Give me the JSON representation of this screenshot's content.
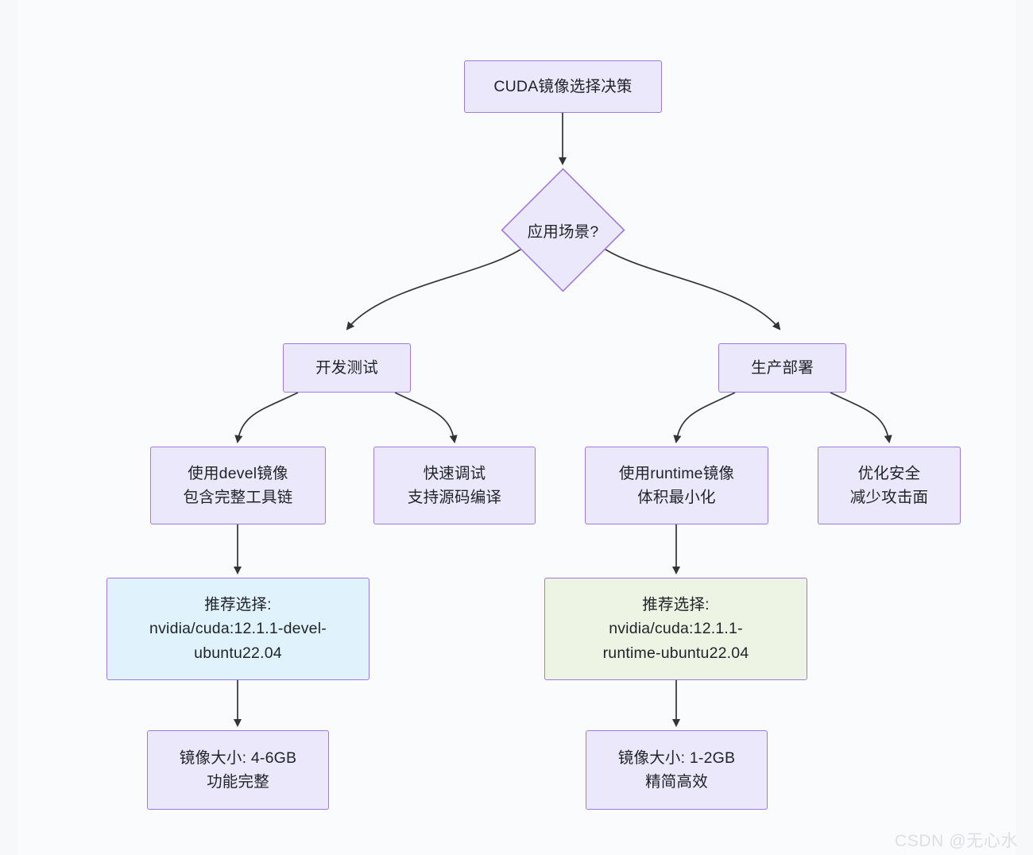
{
  "diagram": {
    "type": "flowchart",
    "title_node": {
      "label": "CUDA镜像选择决策"
    },
    "decision": {
      "label": "应用场景?"
    },
    "branches": [
      {
        "label": "开发测试"
      },
      {
        "label": "生产部署"
      }
    ],
    "dev_actions": [
      {
        "label": "使用devel镜像\n包含完整工具链"
      },
      {
        "label": "快速调试\n支持源码编译"
      }
    ],
    "prod_actions": [
      {
        "label": "使用runtime镜像\n体积最小化"
      },
      {
        "label": "优化安全\n减少攻击面"
      }
    ],
    "recommendations": [
      {
        "label": "推荐选择:\nnvidia/cuda:12.1.1-devel-\nubuntu22.04",
        "variant": "blue"
      },
      {
        "label": "推荐选择:\nnvidia/cuda:12.1.1-\nruntime-ubuntu22.04",
        "variant": "green"
      }
    ],
    "outcomes": [
      {
        "label": "镜像大小: 4-6GB\n功能完整"
      },
      {
        "label": "镜像大小: 1-2GB\n精简高效"
      }
    ]
  },
  "colors": {
    "node_border": "#9f79e0",
    "node_fill": "#ece8fb",
    "rec_blue_fill": "#e0f2fb",
    "rec_green_fill": "#edf4e4",
    "edge_stroke": "#333333",
    "page_background": "#f7f8fa",
    "text": "#1f2328",
    "watermark": "#dcdfe4"
  },
  "watermark": {
    "text": "CSDN @无心水"
  }
}
